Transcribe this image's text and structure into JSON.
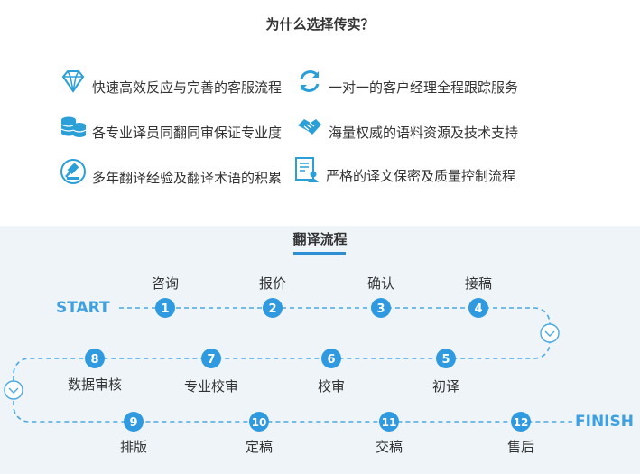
{
  "header": {
    "title": "为什么选择传实？"
  },
  "features": [
    {
      "text": "快速高效反应与完善的客服流程",
      "icon": "diamond-icon"
    },
    {
      "text": "一对一的客户经理全程跟踪服务",
      "icon": "refresh-cycle-icon"
    },
    {
      "text": "各专业译员同翻同审保证专业度",
      "icon": "coin-stack-icon"
    },
    {
      "text": "海量权威的语料资源及技术支持",
      "icon": "handshake-icon"
    },
    {
      "text": "多年翻译经验及翻译术语的积累",
      "icon": "gavel-icon"
    },
    {
      "text": "严格的译文保密及质量控制流程",
      "icon": "document-user-icon"
    }
  ],
  "flow": {
    "title": "翻译流程",
    "start_label": "START",
    "finish_label": "FINISH",
    "steps": [
      {
        "num": "1",
        "label": "咨询"
      },
      {
        "num": "2",
        "label": "报价"
      },
      {
        "num": "3",
        "label": "确认"
      },
      {
        "num": "4",
        "label": "接稿"
      },
      {
        "num": "5",
        "label": "初译"
      },
      {
        "num": "6",
        "label": "校审"
      },
      {
        "num": "7",
        "label": "专业校审"
      },
      {
        "num": "8",
        "label": "数据审核"
      },
      {
        "num": "9",
        "label": "排版"
      },
      {
        "num": "10",
        "label": "定稿"
      },
      {
        "num": "11",
        "label": "交稿"
      },
      {
        "num": "12",
        "label": "售后"
      }
    ]
  },
  "colors": {
    "accent": "#2f8fd6",
    "icon": "#2a9fd8",
    "panel": "#eef4f8"
  }
}
